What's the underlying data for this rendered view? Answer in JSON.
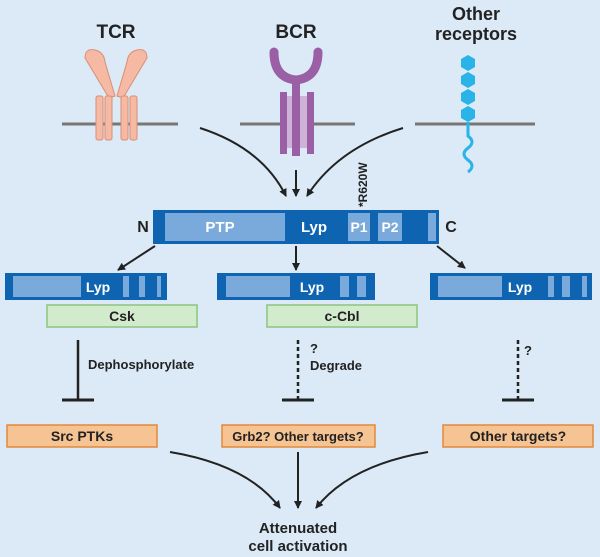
{
  "colors": {
    "background": "#dbeaf6",
    "tcr": "#f6b9a4",
    "tcr_stroke": "#d98e75",
    "bcr": "#9b5fa6",
    "bcr_light": "#cfb3d6",
    "receptor_blue": "#2ab3e6",
    "membrane": "#777777",
    "protein_dark": "#0e64b0",
    "protein_light": "#7aa9dc",
    "green_fill": "#d3ebcd",
    "green_stroke": "#8bc47e",
    "orange_fill": "#f6c392",
    "orange_stroke": "#e28a3b",
    "arrow": "#222222"
  },
  "receptors": {
    "tcr": "TCR",
    "bcr": "BCR",
    "other_line1": "Other",
    "other_line2": "receptors"
  },
  "protein": {
    "n_terminus": "N",
    "c_terminus": "C",
    "ptp": "PTP",
    "lyp": "Lyp",
    "p1": "P1",
    "p2": "P2",
    "mutation": "*R620W"
  },
  "variants": {
    "left_label": "Lyp",
    "middle_label": "Lyp",
    "right_label": "Lyp"
  },
  "partners": {
    "csk": "Csk",
    "ccbl": "c-Cbl"
  },
  "actions": {
    "dephosphorylate": "Dephosphorylate",
    "degrade": "Degrade",
    "question_middle": "?",
    "question_right": "?"
  },
  "targets": {
    "left": "Src PTKs",
    "middle": "Grb2? Other targets?",
    "right": "Other targets?"
  },
  "outcome": {
    "line1": "Attenuated",
    "line2": "cell activation"
  }
}
